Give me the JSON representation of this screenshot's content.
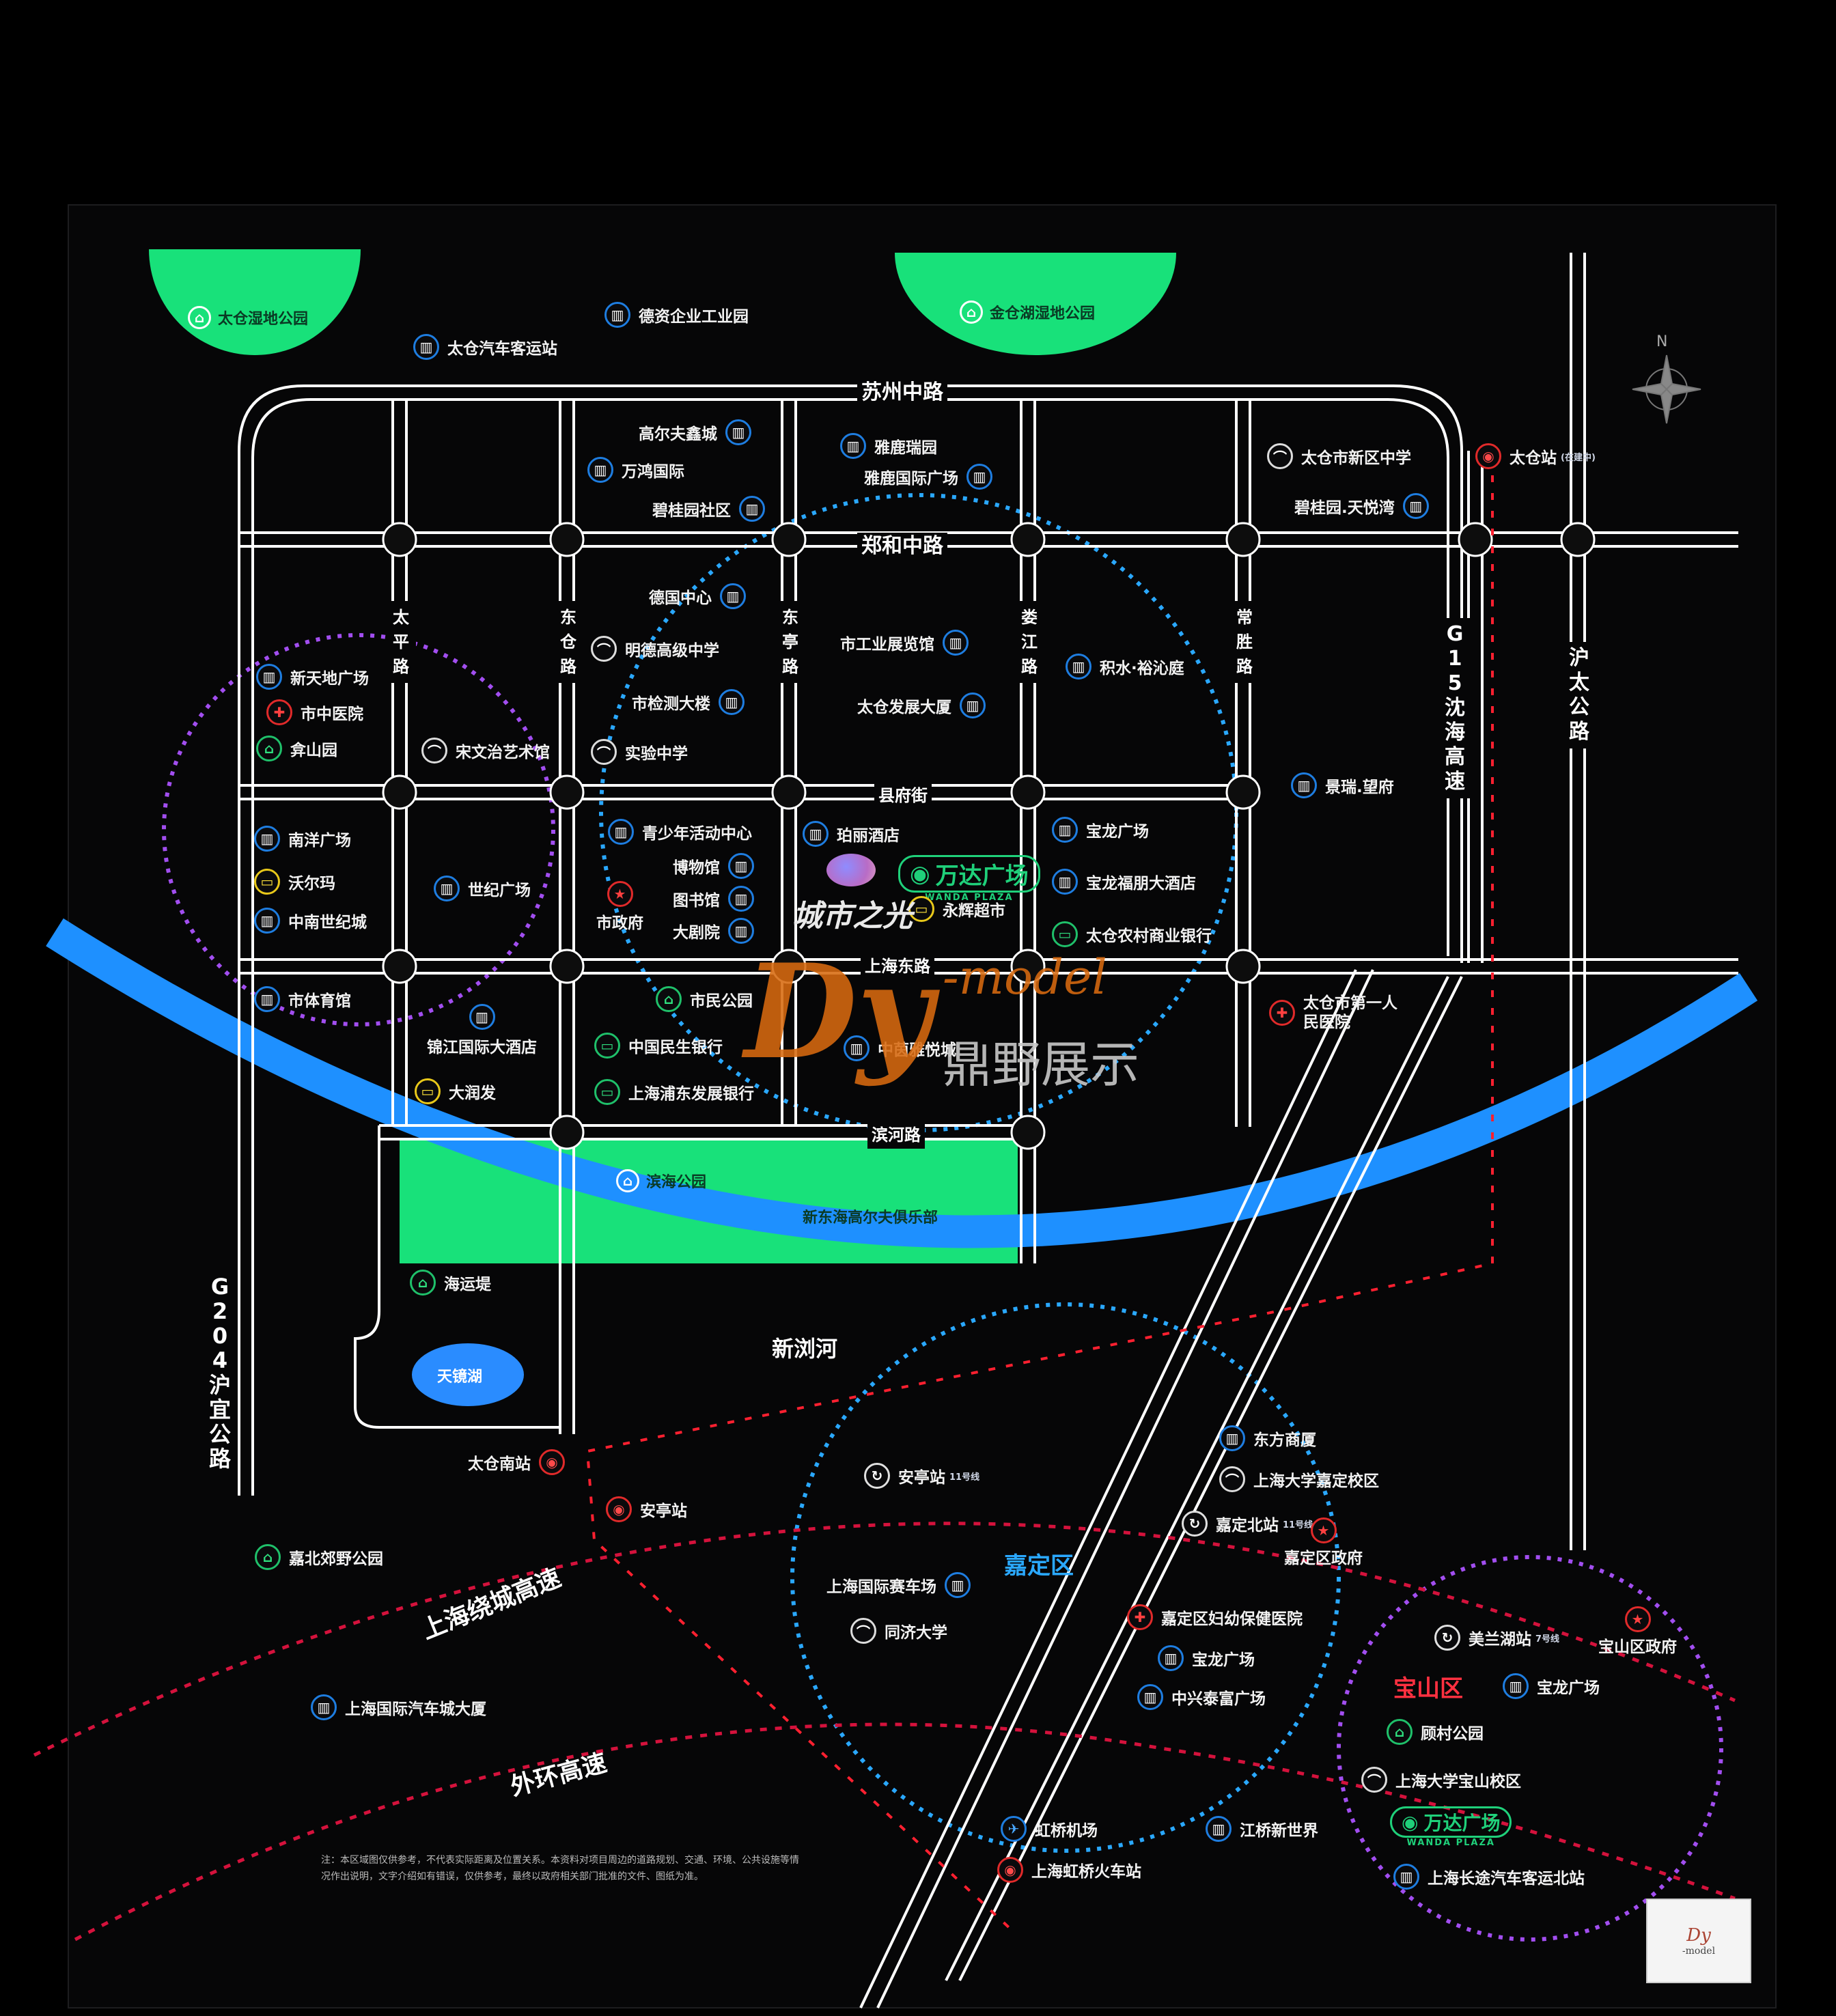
{
  "parks": {
    "taicang_wetland": "太仓湿地公园",
    "jincang_lake": "金仓湖湿地公园",
    "binhai": "滨海公园",
    "golf": "新东海高尔夫俱乐部",
    "haiyundi": "海运堤",
    "tianjing_lake": "天镜湖"
  },
  "roads": {
    "suzhou_zhong": "苏州中路",
    "zhenghe_zhong": "郑和中路",
    "xianfu": "县府街",
    "shanghai_dong": "上海东路",
    "binhe": "滨河路",
    "taiping": "太平路",
    "dongcang": "东仓路",
    "dongting": "东亭路",
    "loujiang": "娄江路",
    "changsheng": "常胜路",
    "g15": "G15沈海高速",
    "hutai": "沪太公路",
    "g204": "G204沪宜公路",
    "shanghai_ring": "上海绕城高速",
    "outer_ring": "外环高速"
  },
  "river": "新浏河",
  "districts": {
    "jiading": "嘉定区",
    "baoshan": "宝山区"
  },
  "pois": {
    "detai": "德资企业工业园",
    "bus_station": "太仓汽车客运站",
    "gaoerfu": "高尔夫鑫城",
    "wanhong": "万鸿国际",
    "biguiyuan_sq": "碧桂园社区",
    "yalu_hotel": "雅鹿瑞园",
    "yalu_plaza": "雅鹿国际广场",
    "xinqu_school": "太仓市新区中学",
    "biguiyuan_tianyue": "碧桂园.天悦湾",
    "taicang_station": "太仓站",
    "taicang_station_sub": "(在建中)",
    "dejizhongxin": "德国中心",
    "mingde": "明德高级中学",
    "jianchadalou": "市检测大楼",
    "shiyanzhongxue": "实验中学",
    "gongshang": "市工业展览馆",
    "fazhan": "太仓发展大厦",
    "jishui": "积水·裕沁庭",
    "xintiandi": "新天地广场",
    "zhongyiyuan": "市中医院",
    "qishanyuan": "弇山园",
    "songwenzhi": "宋文治艺术馆",
    "jingrui": "景瑞.望府",
    "nanyang": "南洋广场",
    "walmart": "沃尔玛",
    "zhongnan": "中南世纪城",
    "shiji": "世纪广场",
    "qingshaonian": "青少年活动中心",
    "bowuguan": "博物馆",
    "tushuguan": "图书馆",
    "dajuyuan": "大剧院",
    "shizhengfu": "市政府",
    "pengli": "珀丽酒店",
    "wanda": "万达广场",
    "wanda_en": "WANDA PLAZA",
    "yonghui": "永辉超市",
    "city_light": "城市之光",
    "baolong": "宝龙广场",
    "baolong_hotel": "宝龙福朋大酒店",
    "nongshang": "太仓农村商业银行",
    "tiyuguan": "市体育馆",
    "jinjiang": "锦江国际大酒店",
    "darunfa": "大润发",
    "shimin": "市民公园",
    "minsheng": "中国民生银行",
    "pufa": "上海浦东发展银行",
    "yueyue": "中茵雅悦城",
    "diyi_hospital": "太仓市第一人民医院",
    "taicang_south": "太仓南站",
    "anting": "安亭站",
    "anting_metro": "安亭站",
    "line11": "11号线",
    "jiabei_park": "嘉北郊野公园",
    "f1": "上海国际赛车场",
    "tongji": "同济大学",
    "dongfang": "东方商厦",
    "shangda_jiading": "上海大学嘉定校区",
    "jiadingbei": "嘉定北站",
    "jiading_gov": "嘉定区政府",
    "fuyou": "嘉定区妇幼保健医院",
    "baolong2": "宝龙广场",
    "zhongxing": "中兴泰富广场",
    "car_city": "上海国际汽车城大厦",
    "meilanhu": "美兰湖站",
    "line7": "7号线",
    "baoshan_gov": "宝山区政府",
    "baolong3": "宝龙广场",
    "gucun": "顾村公园",
    "shangda_baoshan": "上海大学宝山校区",
    "wanda2": "万达广场",
    "changtu": "上海长途汽车客运北站",
    "hongqiao_airport": "虹桥机场",
    "jiangqiao": "江桥新世界",
    "hongqiao_rail": "上海虹桥火车站"
  },
  "note": "注：本区域图仅供参考，不代表实际距离及位置关系。本资料对项目周边的道路规划、交通、环境、公共设施等情况作出说明，文字介绍如有错误，仅供参考，最终以政府相关部门批准的文件、图纸为准。",
  "watermark": {
    "brand": "Dy",
    "model": "-model",
    "cn": "鼎野展示"
  },
  "compass": "N",
  "colors": {
    "road": "#ffffff",
    "river": "#1e90ff",
    "park": "#18e17a",
    "rail": "#ff2030",
    "ring_blue": "#2aa8ff",
    "ring_purple": "#a24ef0",
    "watermark": "#d86a10"
  }
}
